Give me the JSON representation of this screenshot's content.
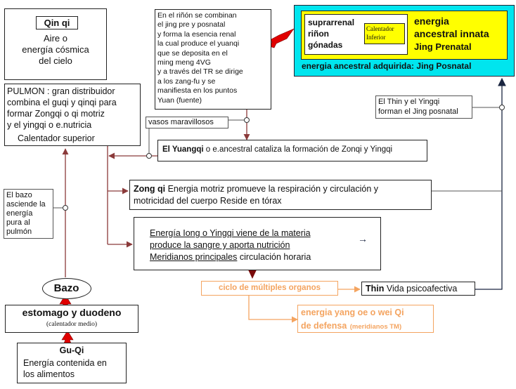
{
  "qinqi": {
    "title": "Qin qi",
    "line1": "Aire o",
    "line2": "energía cósmica",
    "line3": "del cielo"
  },
  "kidney": {
    "lines": [
      "En el riñón se combinan",
      "el jing pre y posnatal",
      "y forma la esencia renal",
      "la cual produce el yuanqi",
      "que se deposita en el",
      "ming meng 4VG",
      "y a través del TR se dirige",
      "a los  zang-fu y se",
      "manifiesta en los puntos",
      "Yuan (fuente)"
    ]
  },
  "ancestral": {
    "organs": [
      "suprarrenal",
      "riñon",
      "gónadas"
    ],
    "inferior_line1": "Calentador",
    "inferior_line2": "Inferior",
    "innate_line1": "energia",
    "innate_line2": "ancestral innata",
    "innate_line3": "Jing Prenatal",
    "acquired": "energia ancestral adquirida:  Jing Posnatal",
    "colors": {
      "outer": "#00e5ee",
      "inner": "#ffff00"
    }
  },
  "pulmon": {
    "title": "PULMON",
    "line1_rest": " : gran distribuidor",
    "line2": "combina el guqi y qinqi para",
    "line3": "formar Zongqi o qi motriz",
    "line4": "y el yingqi o e.nutricia",
    "line5": "Calentador superior"
  },
  "thin_jing": {
    "line1": "El Thin y el Yingqi",
    "line2": "forman el Jing posnatal"
  },
  "vasos": "vasos maravillosos",
  "yuangqi": {
    "bold": "El Yuangqi",
    "rest": " o e.ancestral cataliza la formación de Zonqi y Yingqi"
  },
  "zongqi": {
    "bold": "Zong qi",
    "rest": "  Energia motriz promueve la  respiración y circulación y",
    "line2": "motricidad del cuerpo  Reside en tórax"
  },
  "yingqi": {
    "line1": "Energía Iong o Yingqi viene de la materia",
    "line2": "produce la sangre y aporta nutrición",
    "line3a": "Meridianos principales",
    "line3b": " circulación horaria",
    "arrow_glyph": "→"
  },
  "bazo_note": {
    "lines": [
      "El bazo",
      "asciende la",
      "energía",
      "pura al",
      "pulmón"
    ]
  },
  "bazo": "Bazo",
  "ciclo": "ciclo de múltiples organos",
  "thin": {
    "bold": "Thin",
    "rest": " Vida psicoafectiva"
  },
  "estomago": {
    "title": "estomago y duodeno",
    "sub": "(calentador medio)"
  },
  "weiqi": {
    "line1": "energia yang oe o wei Qi",
    "line2_bold": "de defensa",
    "line2_small": "(meridianos TM)",
    "color": "#f4a460"
  },
  "guqi": {
    "title": "Gu-Qi",
    "line1": "Energía contenida en",
    "line2": "los alimentos"
  },
  "colors": {
    "line": "#8b3a3a",
    "red_arrow": "#e00000",
    "orange": "#f4a460"
  }
}
